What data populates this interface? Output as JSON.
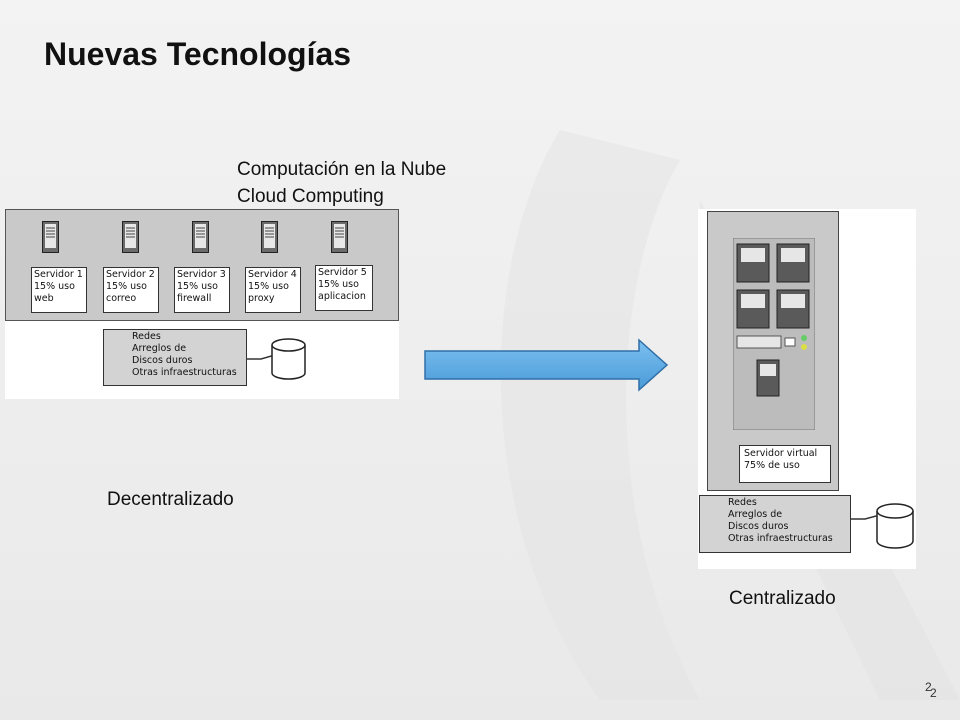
{
  "slide": {
    "title": "Nuevas Tecnologías",
    "subtitle_line1": "Computación en la Nube",
    "subtitle_line2": "Cloud Computing",
    "label_decentralized": "Decentralizado",
    "label_centralized": "Centralizado",
    "page_number_a": "2",
    "page_number_b": "2"
  },
  "decentralized": {
    "servers": [
      {
        "line1": "Servidor 1",
        "line2": "15% uso",
        "line3": "web"
      },
      {
        "line1": "Servidor 2",
        "line2": "15% uso",
        "line3": "correo"
      },
      {
        "line1": "Servidor 3",
        "line2": "15% uso",
        "line3": "firewall"
      },
      {
        "line1": "Servidor 4",
        "line2": "15% uso",
        "line3": "proxy"
      },
      {
        "line1": "Servidor 5",
        "line2": "15% uso",
        "line3": "aplicacion"
      }
    ],
    "infrastructure": [
      "Redes",
      "Arreglos de",
      "Discos duros",
      "Otras infraestructuras"
    ]
  },
  "centralized": {
    "virtual_server": {
      "line1": "Servidor virtual",
      "line2": "75% de uso"
    },
    "infrastructure": [
      "Redes",
      "Arreglos de",
      "Discos duros",
      "Otras infraestructuras"
    ]
  },
  "colors": {
    "arrow_fill": "#5aa9e6",
    "arrow_stroke": "#2f6fa8",
    "rack_gray": "#c9c9c9",
    "infra_gray": "#d3d3d3"
  },
  "icons": {
    "tower": "server-tower-icon",
    "database": "database-cylinder-icon",
    "arrow": "right-arrow-icon"
  }
}
